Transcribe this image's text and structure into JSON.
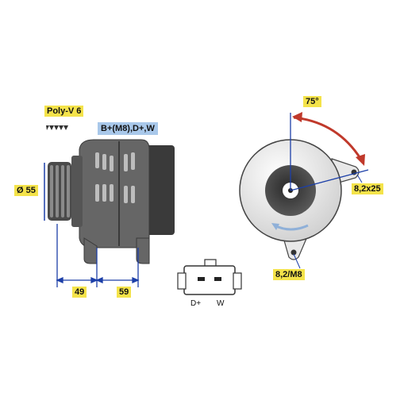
{
  "labels": {
    "poly_v": "Poly-V 6",
    "terminals": "B+(M8),D+,W",
    "pulley_diameter": "Ø 55",
    "dim_49": "49",
    "dim_59": "59",
    "angle": "75°",
    "bolt_top": "8,2x25",
    "bolt_bottom": "8,2/M8",
    "connector_d_plus": "D+",
    "connector_w": "W"
  },
  "colors": {
    "body_dark": "#3f3f3f",
    "body_mid": "#6a6a6a",
    "highlight_yellow": "#f4e34a",
    "highlight_blue": "#a9c8ea",
    "arrow_red": "#c0392b",
    "dimension_blue": "#1c3fa8"
  }
}
